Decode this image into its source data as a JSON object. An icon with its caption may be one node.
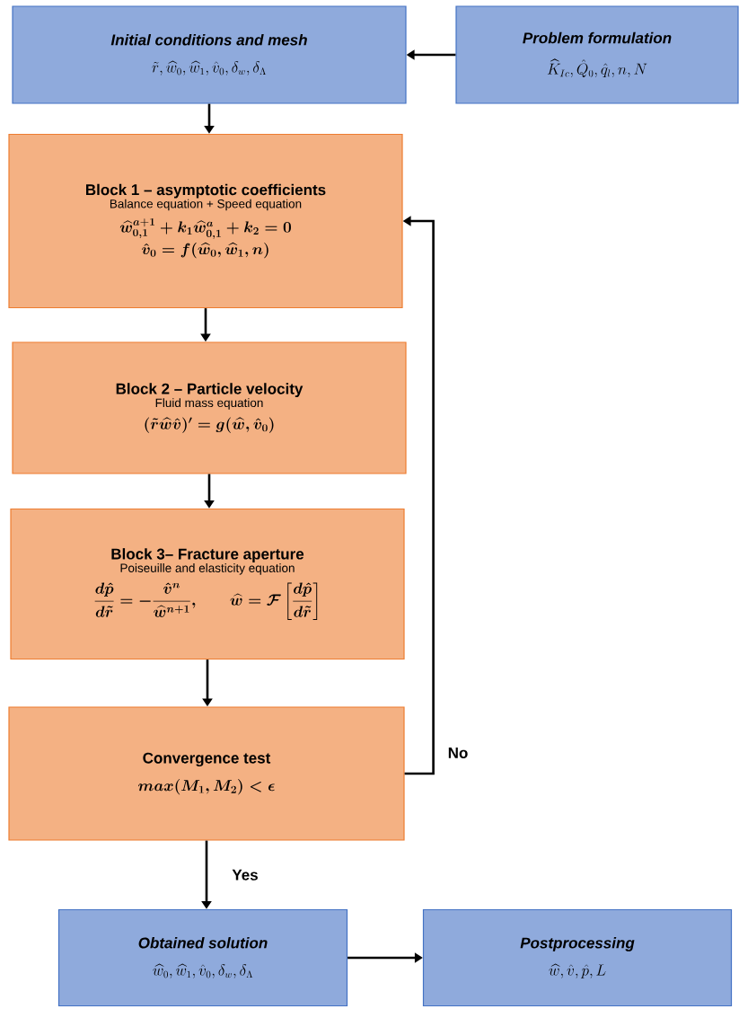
{
  "diagram": {
    "nodes": [
      {
        "text": [
          "Initial conditions and mesh",
          "\\tilde{r}, \\widehat{w}_0, \\widehat{w}_1, \\hat{v}_0, \\delta_w, \\delta_\\Lambda"
        ]
      },
      {
        "text": [
          "Problem formulation",
          "\\widehat{K}_{Ic}, \\hat{Q}_0, \\hat{q}_l, n, N"
        ]
      },
      {
        "text": [
          "Block 1 – asymptotic coefficients",
          "Balance equation + Speed equation",
          "\\widehat{w}_{0,1}^{a+1} + k_1 \\widehat{w}_{0,1}^{a} + k_2 = 0",
          "\\hat{v}_0 = f(\\widehat{w}_0, \\widehat{w}_1, n)"
        ]
      },
      {
        "text": [
          "Block 2 – Particle velocity",
          "Fluid mass equation",
          "(\\tilde{r}\\widehat{w}\\hat{v})' = g(\\widehat{w}, \\hat{v}_0)"
        ]
      },
      {
        "text": [
          "Block 3– Fracture aperture",
          "Poiseuille and elasticity equation",
          "\\frac{d\\hat{p}}{d\\tilde{r}} = -\\frac{\\hat{v}^n}{\\widehat{w}^{n+1}}, \\qquad \\widehat{w} = \\mathcal{F}\\left[\\frac{d\\hat{p}}{d\\tilde{r}}\\right]"
        ]
      },
      {
        "text": [
          "Convergence test",
          "max(M_1, M_2) < \\epsilon"
        ]
      },
      {
        "text": [
          "Obtained solution",
          "\\widehat{w}_0, \\widehat{w}_1, \\hat{v}_0, \\delta_w, \\delta_\\Lambda"
        ]
      },
      {
        "text": [
          "Postprocessing",
          "\\widehat{w}, \\hat{v}, \\hat{p}, L"
        ]
      }
    ],
    "edges": [
      {
        "from": 1,
        "to": 0,
        "arrow": "to"
      },
      {
        "from": 0,
        "to": 2,
        "arrow": "to"
      },
      {
        "from": 2,
        "to": 3,
        "arrow": "to"
      },
      {
        "from": 3,
        "to": 4,
        "arrow": "to"
      },
      {
        "from": 4,
        "to": 5,
        "arrow": "to"
      },
      {
        "from": 5,
        "to": 2,
        "arrow": "to",
        "label": "No"
      },
      {
        "from": 5,
        "to": 6,
        "arrow": "to",
        "label": "Yes"
      },
      {
        "from": 6,
        "to": 7,
        "arrow": "to"
      }
    ]
  }
}
